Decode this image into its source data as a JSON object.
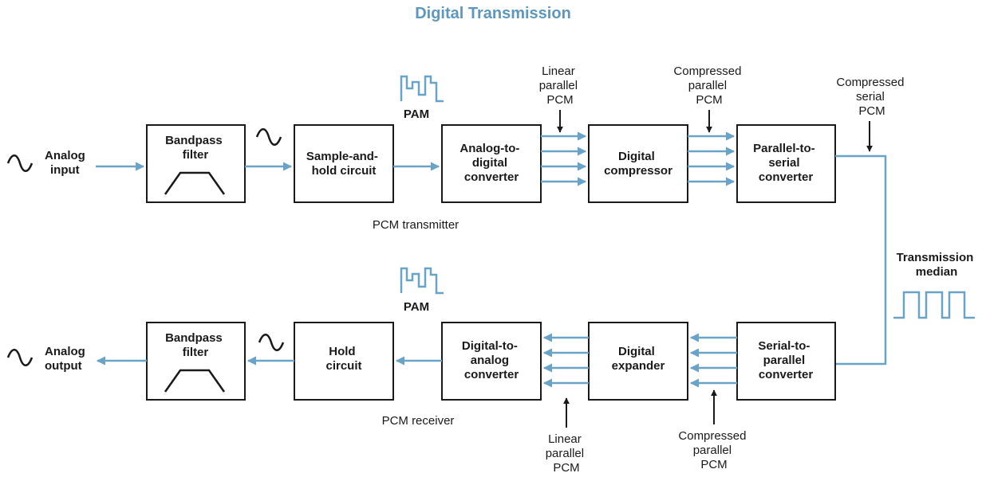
{
  "title": "Digital Transmission",
  "blocks": {
    "tx_bandpass": [
      "Bandpass",
      "filter"
    ],
    "tx_sample_hold": [
      "Sample-and-",
      "hold circuit"
    ],
    "tx_adc": [
      "Analog-to-",
      "digital",
      "converter"
    ],
    "tx_compressor": [
      "Digital",
      "compressor"
    ],
    "tx_p2s": [
      "Parallel-to-",
      "serial",
      "converter"
    ],
    "rx_s2p": [
      "Serial-to-",
      "parallel",
      "converter"
    ],
    "rx_expander": [
      "Digital",
      "expander"
    ],
    "rx_dac": [
      "Digital-to-",
      "analog",
      "converter"
    ],
    "rx_hold": [
      "Hold",
      "circuit"
    ],
    "rx_bandpass": [
      "Bandpass",
      "filter"
    ]
  },
  "labels": {
    "analog_input": [
      "Analog",
      "input"
    ],
    "analog_output": [
      "Analog",
      "output"
    ],
    "pam_tx": "PAM",
    "pam_rx": "PAM",
    "pcm_transmitter": "PCM transmitter",
    "pcm_receiver": "PCM receiver",
    "linear_parallel_pcm_tx": [
      "Linear",
      "parallel",
      "PCM"
    ],
    "compressed_parallel_pcm_tx": [
      "Compressed",
      "parallel",
      "PCM"
    ],
    "compressed_serial_pcm": [
      "Compressed",
      "serial",
      "PCM"
    ],
    "transmission_median": [
      "Transmission",
      "median"
    ],
    "linear_parallel_pcm_rx": [
      "Linear",
      "parallel",
      "PCM"
    ],
    "compressed_parallel_pcm_rx": [
      "Compressed",
      "parallel",
      "PCM"
    ]
  },
  "colors": {
    "title": "#5e97bd",
    "signal": "#6aa3c8",
    "outline": "#1a1a1a"
  }
}
